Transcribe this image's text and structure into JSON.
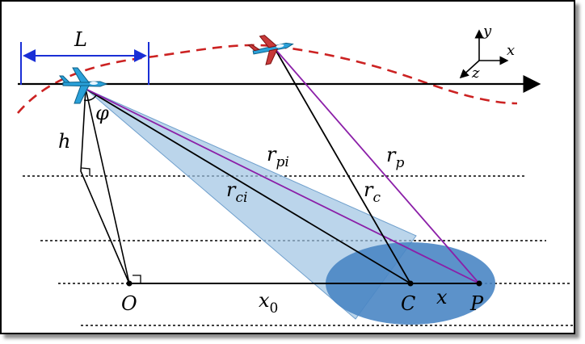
{
  "labels": {
    "L": "L",
    "h": "h",
    "phi": "φ",
    "r_pi": "r",
    "r_pi_sub": "pi",
    "r_p": "r",
    "r_p_sub": "p",
    "r_ci": "r",
    "r_ci_sub": "ci",
    "r_c": "r",
    "r_c_sub": "c",
    "O": "O",
    "x0": "x",
    "x0_sub": "0",
    "C": "C",
    "x": "x",
    "P": "P"
  },
  "axes_labels": {
    "y": "y",
    "x": "x",
    "z": "z"
  },
  "colors": {
    "flight_path": "#cc2222",
    "purple_rays": "#8b1fa8",
    "beam_fill": "#9ec3e2",
    "footprint": "#4a86c4",
    "measure": "#1a2fd6"
  }
}
